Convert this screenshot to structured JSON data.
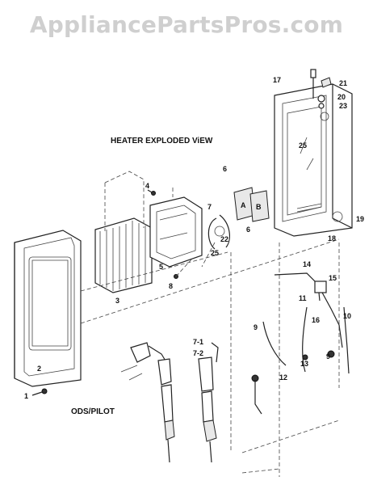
{
  "watermark": "AppliancePartsPros.com",
  "titles": {
    "exploded": "HEATER EXPLODED ViEW",
    "ods": "ODS/PILOT"
  },
  "callouts": {
    "c1": "1",
    "c2": "2",
    "c3": "3",
    "c4": "4",
    "c5": "5",
    "c6a": "6",
    "c6b": "6",
    "c7": "7",
    "c7_1": "7-1",
    "c7_2": "7-2",
    "c8": "8",
    "c9a": "9",
    "c9b": "9",
    "c10": "10",
    "c11": "11",
    "c12": "12",
    "c13": "13",
    "c14": "14",
    "c15": "15",
    "c16": "16",
    "c17": "17",
    "c18": "18",
    "c19": "19",
    "c20": "20",
    "c21": "21",
    "c22": "22",
    "c23": "23",
    "c25a": "25",
    "c25b": "25",
    "boxA": "A",
    "boxB": "B"
  }
}
